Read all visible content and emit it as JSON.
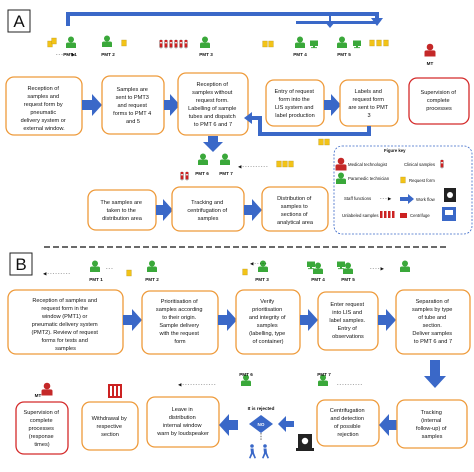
{
  "section_a": {
    "label": "A",
    "staff": [
      "PMT 1",
      "PMT 2",
      "PMT 3",
      "PMT 4",
      "PMT 5",
      "PMT 6",
      "PMT 7"
    ],
    "supervisor": "MT",
    "row1": [
      [
        "Reception of",
        "samples and",
        "request form by",
        "pneumatic",
        "delivery system or",
        "external window."
      ],
      [
        "Samples are",
        "sent to PMT3",
        "and request",
        "forms to PMT 4",
        "and 5"
      ],
      [
        "Reception of",
        "samples without",
        "request form.",
        "Labelling of sample",
        "tubes and dispatch",
        "to PMT 6 and 7"
      ],
      [
        "Entry of request",
        "form into the",
        "LIS system and",
        "label production"
      ],
      [
        "Labels and",
        "request form",
        "are sent to PMT",
        "3"
      ]
    ],
    "supervision": [
      "Supervision of",
      "complete",
      "processes"
    ],
    "row2": [
      [
        "The samples are",
        "taken to the",
        "distribution area"
      ],
      [
        "Tracking and",
        "centrifugation of",
        "samples"
      ],
      [
        "Distribution of",
        "samples to",
        "sections of",
        "analytical area"
      ]
    ],
    "key": {
      "title": "Figure key",
      "medical_technologist": "Medical technologist",
      "clinical_samples": "Clinical samples",
      "paramedic_technician": "Paramedic technician",
      "request_form": "Request form",
      "staff_functions": "Staff functions",
      "work_flow": "Work flow",
      "unlabeled_samples": "Unlabeled samples",
      "centrifuge": "Centrifuge"
    }
  },
  "section_b": {
    "label": "B",
    "staff": [
      "PMT 1",
      "PMT 2",
      "PMT 3",
      "PMT 4",
      "PMT 5",
      "PMT 6",
      "PMT 7"
    ],
    "supervisor": "MT",
    "row1": [
      [
        "Reception of samples and",
        "request form in the",
        "window (PMT1) or",
        "pneumatic delivery system",
        "(PMT2). Review of request",
        "forms for tests and",
        "samples"
      ],
      [
        "Prioritisation of",
        "samples according",
        "to their origin.",
        "Sample delivery",
        "with the request",
        "form"
      ],
      [
        "Verify",
        "prioritisation",
        "and integrity of",
        "samples",
        "(labelling, type",
        "of container)"
      ],
      [
        "Enter request",
        "into LIS and",
        "label samples.",
        "Entry of",
        "observations"
      ],
      [
        "Separation of",
        "samples by type",
        "of tube and",
        "section.",
        "Deliver samples",
        "to PMT 6 and 7"
      ]
    ],
    "row2": [
      [
        "Supervision of",
        "complete",
        "processes",
        "(response",
        "times)"
      ],
      [
        "Withdrawal by",
        "respective",
        "section"
      ],
      [
        "Leave in",
        "distribution",
        "internal window",
        "warn by loudspeaker"
      ],
      [
        "Centrifugation",
        "and detection",
        "of possible",
        "rejection"
      ],
      [
        "Tracking",
        "(internal",
        "follow-up) of",
        "samples"
      ]
    ],
    "rejected": "It is rejected",
    "decision": "NO"
  },
  "colors": {
    "orange_box": "#ee9a3a",
    "red_box": "#d42a2a",
    "arrow_blue": "#3a68c8",
    "person_green": "#3aa83a",
    "person_red": "#c42828",
    "form_yellow": "#f2c318",
    "sample_red": "#cc2222"
  }
}
